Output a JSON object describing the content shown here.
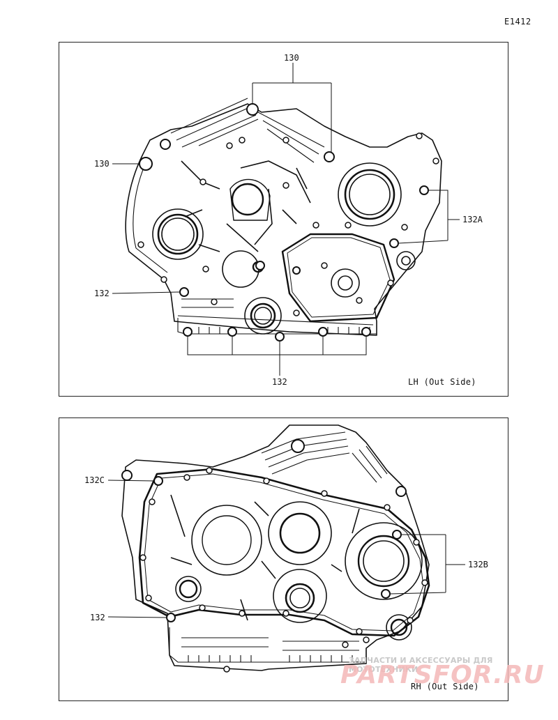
{
  "diagram_code": "E1412",
  "panels": {
    "lh": {
      "caption": "LH (Out Side)",
      "callouts": {
        "top": "130",
        "left": "130",
        "right": "132A",
        "mid": "132",
        "bottom": "132"
      }
    },
    "rh": {
      "caption": "RH (Out Side)",
      "callouts": {
        "top_left": "132C",
        "right": "132B",
        "bottom_left": "132"
      }
    }
  },
  "watermark": {
    "tagline": "ЗАПЧАСТИ И АКСЕССУАРЫ ДЛЯ МОТОТЕХНИКИ",
    "brand": "PARTSFOR.RU"
  }
}
